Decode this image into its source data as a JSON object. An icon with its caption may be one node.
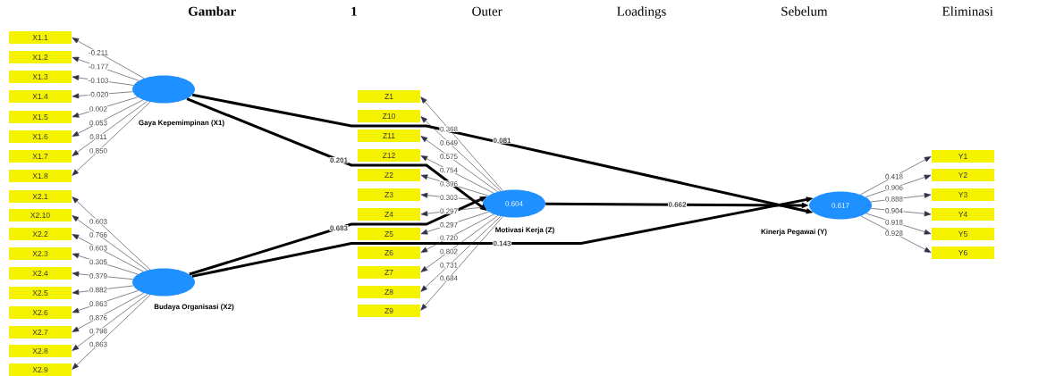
{
  "diagram": {
    "title": "**Gambar** **1** Outer Loadings Sebelum Eliminasi",
    "nodes": [
      {
        "text": [
          "X1.1"
        ]
      },
      {
        "text": [
          "X1.2"
        ]
      },
      {
        "text": [
          "X1.3"
        ]
      },
      {
        "text": [
          "X1.4"
        ]
      },
      {
        "text": [
          "X1.5"
        ]
      },
      {
        "text": [
          "X1.6"
        ]
      },
      {
        "text": [
          "X1.7"
        ]
      },
      {
        "text": [
          "X1.8"
        ]
      },
      {
        "text": [
          "Gaya Kepemimpinan (X1)"
        ]
      },
      {
        "text": [
          "X2.1"
        ]
      },
      {
        "text": [
          "X2.10"
        ]
      },
      {
        "text": [
          "X2.2"
        ]
      },
      {
        "text": [
          "X2.3"
        ]
      },
      {
        "text": [
          "X2.4"
        ]
      },
      {
        "text": [
          "X2.5"
        ]
      },
      {
        "text": [
          "X2.6"
        ]
      },
      {
        "text": [
          "X2.7"
        ]
      },
      {
        "text": [
          "X2.8"
        ]
      },
      {
        "text": [
          "X2.9"
        ]
      },
      {
        "text": [
          "Budaya Organisasi (X2)"
        ]
      },
      {
        "text": [
          "Z1"
        ]
      },
      {
        "text": [
          "Z10"
        ]
      },
      {
        "text": [
          "Z11"
        ]
      },
      {
        "text": [
          "Z12"
        ]
      },
      {
        "text": [
          "Z2"
        ]
      },
      {
        "text": [
          "Z3"
        ]
      },
      {
        "text": [
          "Z4"
        ]
      },
      {
        "text": [
          "Z5"
        ]
      },
      {
        "text": [
          "Z6"
        ]
      },
      {
        "text": [
          "Z7"
        ]
      },
      {
        "text": [
          "Z8"
        ]
      },
      {
        "text": [
          "Z9"
        ]
      },
      {
        "text": [
          "0.604",
          "Motivasi Kerja (Z)"
        ]
      },
      {
        "text": [
          "0.617",
          "Kinerja Pegawai (Y)"
        ]
      },
      {
        "text": [
          "Y1"
        ]
      },
      {
        "text": [
          "Y2"
        ]
      },
      {
        "text": [
          "Y3"
        ]
      },
      {
        "text": [
          "Y4"
        ]
      },
      {
        "text": [
          "Y5"
        ]
      },
      {
        "text": [
          "Y6"
        ]
      }
    ],
    "edges": [
      {
        "from": 8,
        "to": 0,
        "arrow": "to",
        "label": "-0.211"
      },
      {
        "from": 8,
        "to": 1,
        "arrow": "to",
        "label": "-0.177"
      },
      {
        "from": 8,
        "to": 2,
        "arrow": "to",
        "label": "-0.103"
      },
      {
        "from": 8,
        "to": 3,
        "arrow": "to",
        "label": "-0.020"
      },
      {
        "from": 8,
        "to": 4,
        "arrow": "to",
        "label": "0.002"
      },
      {
        "from": 8,
        "to": 5,
        "arrow": "to",
        "label": "0.053"
      },
      {
        "from": 8,
        "to": 6,
        "arrow": "to",
        "label": "0.811"
      },
      {
        "from": 8,
        "to": 7,
        "arrow": "to",
        "label": "0.850"
      },
      {
        "from": 19,
        "to": 9,
        "arrow": "to",
        "label": "0.603"
      },
      {
        "from": 19,
        "to": 10,
        "arrow": "to",
        "label": "0.766"
      },
      {
        "from": 19,
        "to": 11,
        "arrow": "to",
        "label": "0.603"
      },
      {
        "from": 19,
        "to": 12,
        "arrow": "to",
        "label": "0.305"
      },
      {
        "from": 19,
        "to": 13,
        "arrow": "to",
        "label": "0.379"
      },
      {
        "from": 19,
        "to": 14,
        "arrow": "to",
        "label": "0.882"
      },
      {
        "from": 19,
        "to": 15,
        "arrow": "to",
        "label": "0.863"
      },
      {
        "from": 19,
        "to": 16,
        "arrow": "to",
        "label": "0.876"
      },
      {
        "from": 19,
        "to": 17,
        "arrow": "to",
        "label": "0.798"
      },
      {
        "from": 19,
        "to": 18,
        "arrow": "to",
        "label": "0.863"
      },
      {
        "from": 8,
        "to": 32,
        "arrow": "to",
        "label": "0.201",
        "style": "thick",
        "color": "#000000"
      },
      {
        "from": 8,
        "to": 33,
        "arrow": "to",
        "label": "0.081",
        "style": "thick",
        "color": "#000000"
      },
      {
        "from": 19,
        "to": 32,
        "arrow": "to",
        "label": "0.683",
        "style": "thick",
        "color": "#000000"
      },
      {
        "from": 19,
        "to": 33,
        "arrow": "to",
        "label": "0.143",
        "style": "thick",
        "color": "#000000"
      },
      {
        "from": 32,
        "to": 20,
        "arrow": "to",
        "label": "0.368"
      },
      {
        "from": 32,
        "to": 21,
        "arrow": "to",
        "label": "0.649"
      },
      {
        "from": 32,
        "to": 22,
        "arrow": "to",
        "label": "0.575"
      },
      {
        "from": 32,
        "to": 23,
        "arrow": "to",
        "label": "0.754"
      },
      {
        "from": 32,
        "to": 24,
        "arrow": "to",
        "label": "0.396"
      },
      {
        "from": 32,
        "to": 25,
        "arrow": "to",
        "label": "0.303"
      },
      {
        "from": 32,
        "to": 26,
        "arrow": "to",
        "label": "0.297"
      },
      {
        "from": 32,
        "to": 27,
        "arrow": "to",
        "label": "0.297"
      },
      {
        "from": 32,
        "to": 28,
        "arrow": "to",
        "label": "0.720"
      },
      {
        "from": 32,
        "to": 29,
        "arrow": "to",
        "label": "0.802"
      },
      {
        "from": 32,
        "to": 30,
        "arrow": "to",
        "label": "0.731"
      },
      {
        "from": 32,
        "to": 31,
        "arrow": "to",
        "label": "0.684"
      },
      {
        "from": 32,
        "to": 33,
        "arrow": "to",
        "label": "0.662",
        "style": "thick",
        "color": "#000000"
      },
      {
        "from": 33,
        "to": 34,
        "arrow": "to",
        "label": "0.418"
      },
      {
        "from": 33,
        "to": 35,
        "arrow": "to",
        "label": "0.906"
      },
      {
        "from": 33,
        "to": 36,
        "arrow": "to",
        "label": "0.888"
      },
      {
        "from": 33,
        "to": 37,
        "arrow": "to",
        "label": "0.904"
      },
      {
        "from": 33,
        "to": 38,
        "arrow": "to",
        "label": "0.918"
      },
      {
        "from": 33,
        "to": 39,
        "arrow": "to",
        "label": "0.928"
      }
    ]
  }
}
